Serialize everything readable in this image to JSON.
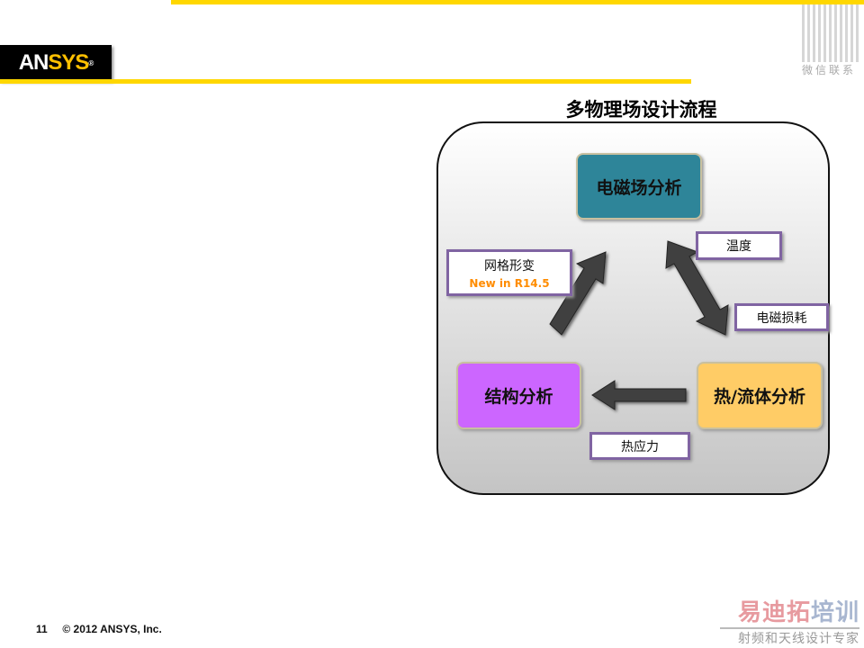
{
  "logo": {
    "text_a": "AN",
    "text_b": "SYS",
    "mark": "®"
  },
  "qr": {
    "label": "微信联系"
  },
  "diagram": {
    "title": "多物理场设计流程",
    "nodes": {
      "em": "电磁场分析",
      "struct": "结构分析",
      "thermal": "热/流体分析"
    },
    "labels": {
      "mesh": "网格形变",
      "mesh_note": "New in R14.5",
      "temp": "温度",
      "loss": "电磁损耗",
      "stress": "热应力"
    },
    "colors": {
      "em": "#2E8599",
      "struct": "#CC66FF",
      "thermal": "#FFCC66",
      "note": "#FF8C00",
      "label_border": "#8064A2"
    }
  },
  "footer": {
    "page": "11",
    "copyright": "© 2012 ANSYS, Inc."
  },
  "brand": {
    "line1a": "易迪拓",
    "line1b": "培训",
    "line2": "射频和天线设计专家"
  }
}
